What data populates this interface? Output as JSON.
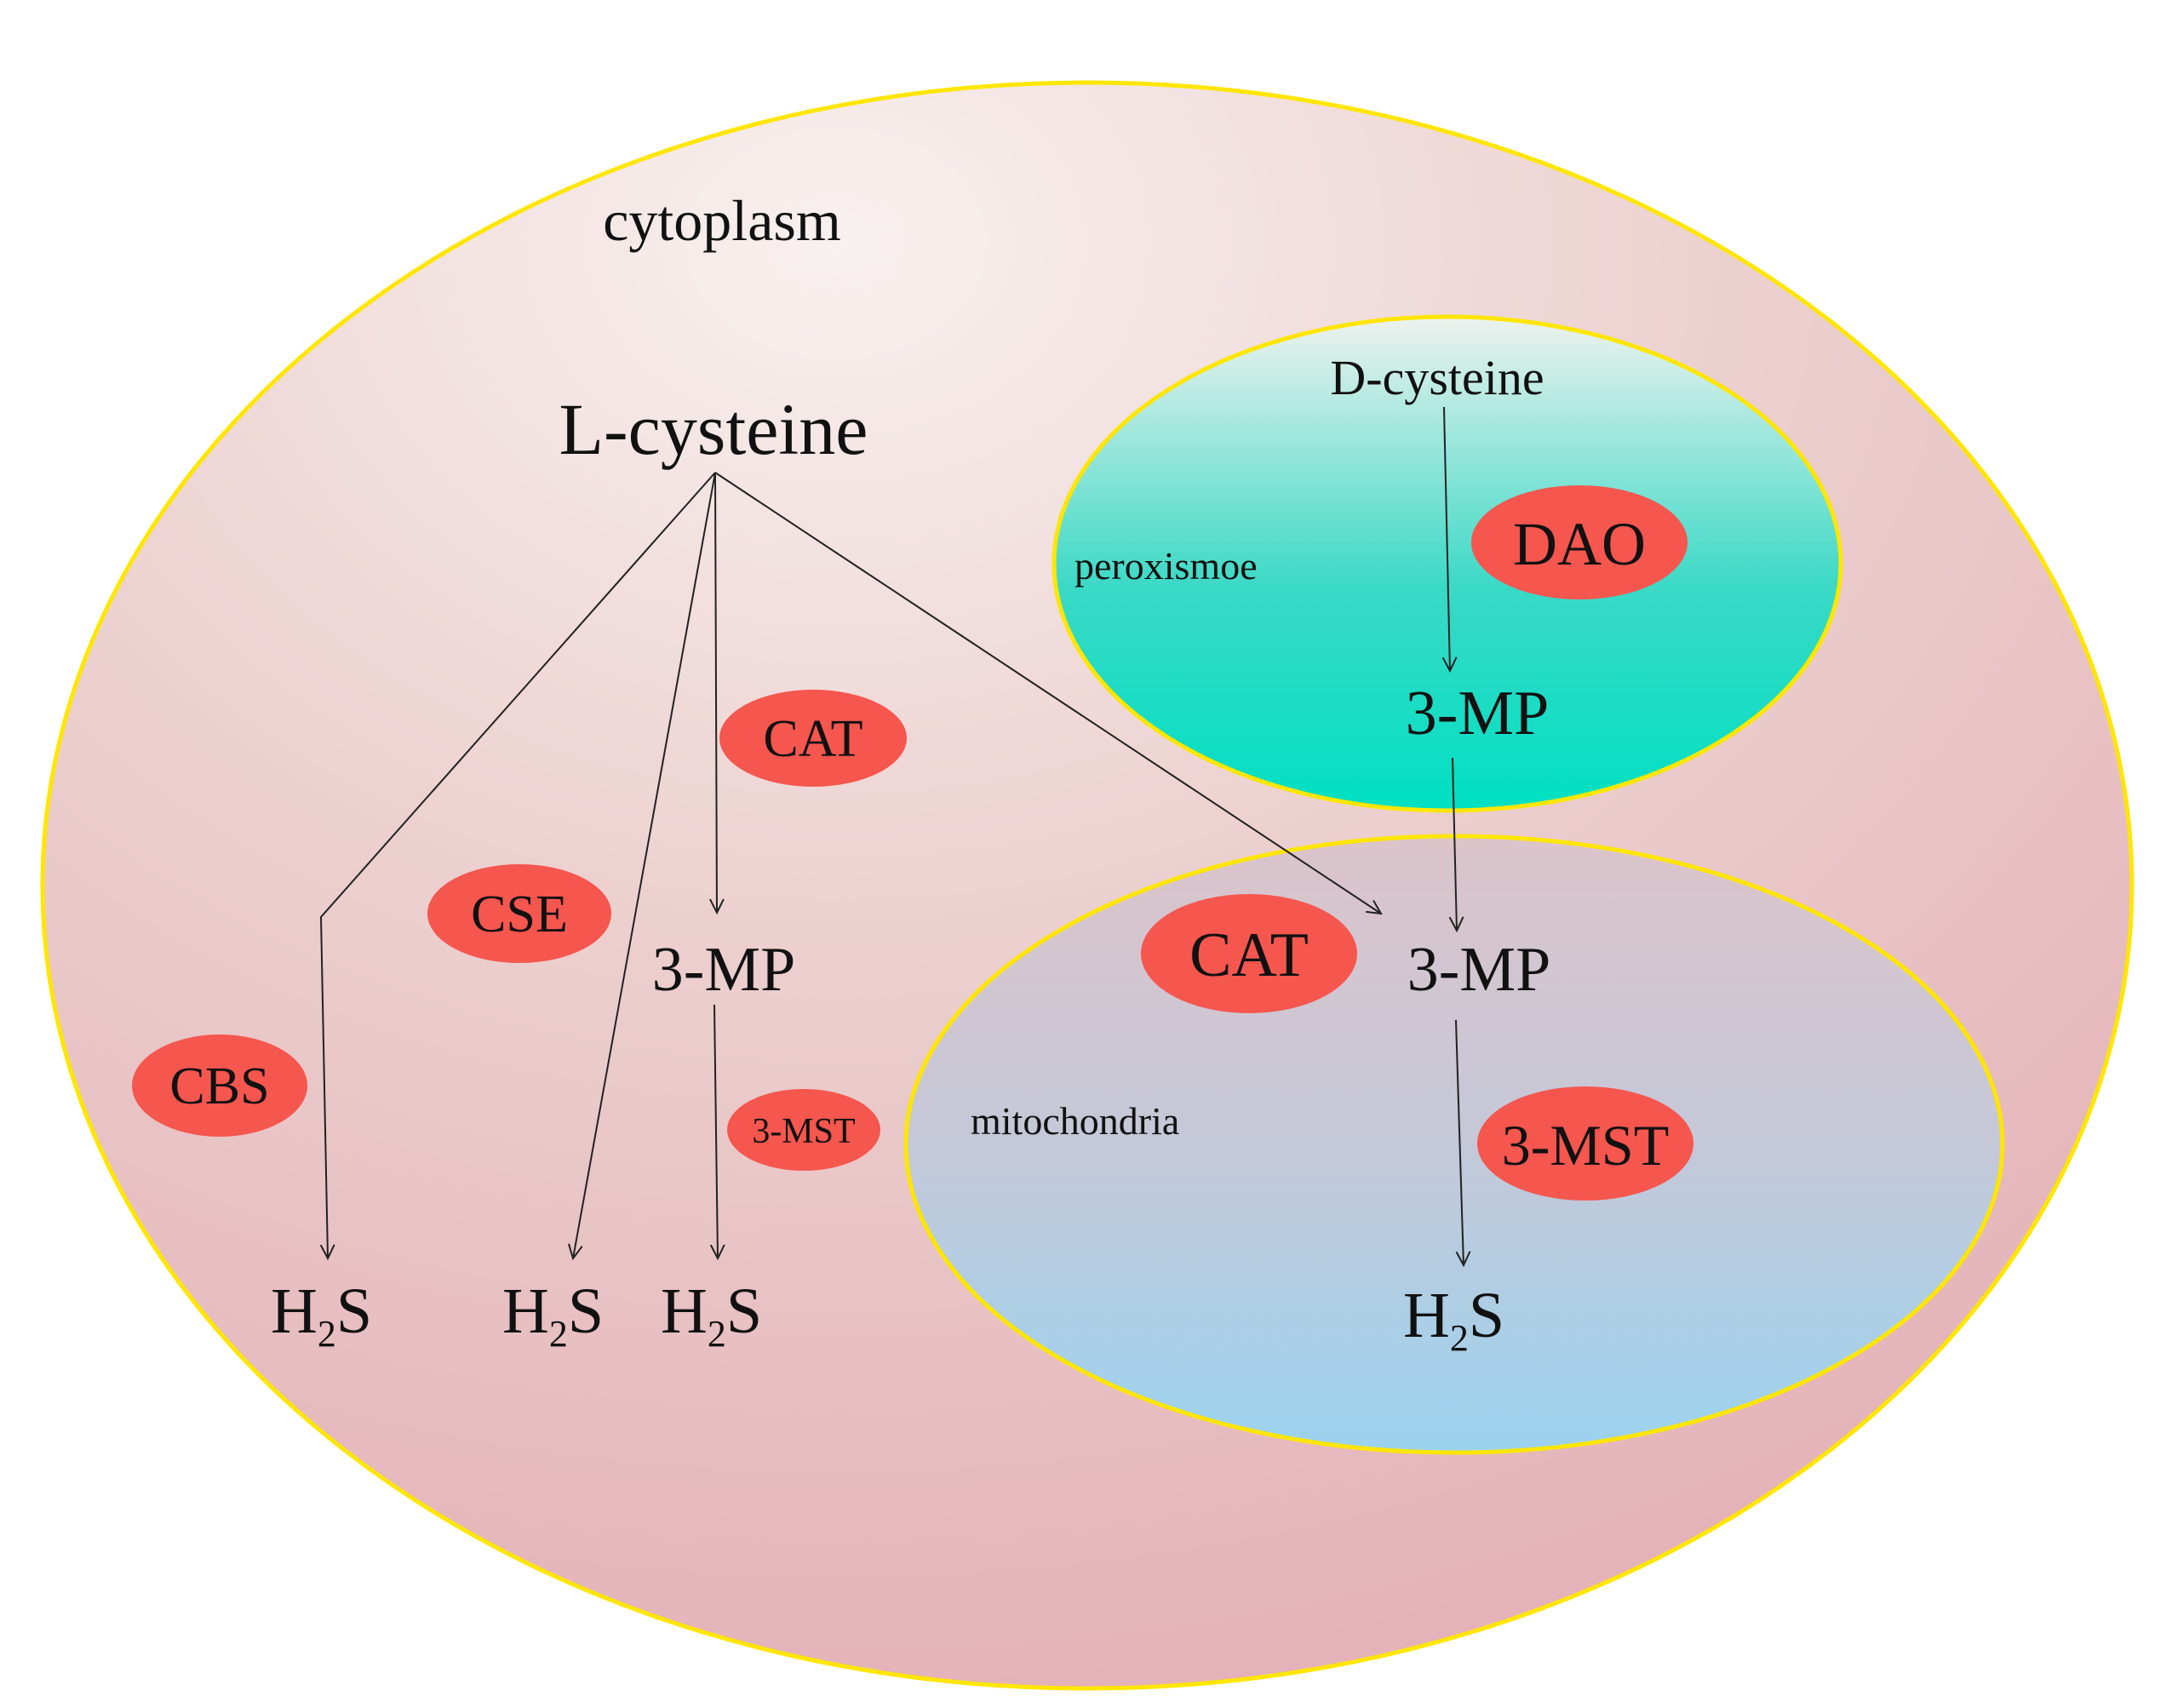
{
  "compartments": {
    "cytoplasm": {
      "label": "cytoplasm"
    },
    "peroxisome": {
      "label": "peroxismoe"
    },
    "mitochondria": {
      "label": "mitochondria"
    }
  },
  "metabolites": {
    "l_cysteine": "L-cysteine",
    "d_cysteine": "D-cysteine",
    "mp_cytoplasm": "3-MP",
    "mp_peroxisome": "3-MP",
    "mp_mitochondria": "3-MP",
    "h2s": {
      "h": "H",
      "sub": "2",
      "s": "S"
    }
  },
  "enzymes": {
    "cbs": "CBS",
    "cse": "CSE",
    "cat_cytoplasm": "CAT",
    "mst_cytoplasm": "3-MST",
    "dao": "DAO",
    "cat_mitochondria": "CAT",
    "mst_mitochondria": "3-MST"
  },
  "colors": {
    "membrane": "#ffe600",
    "enzyme_fill": "#f5564e",
    "arrow": "#222222"
  }
}
